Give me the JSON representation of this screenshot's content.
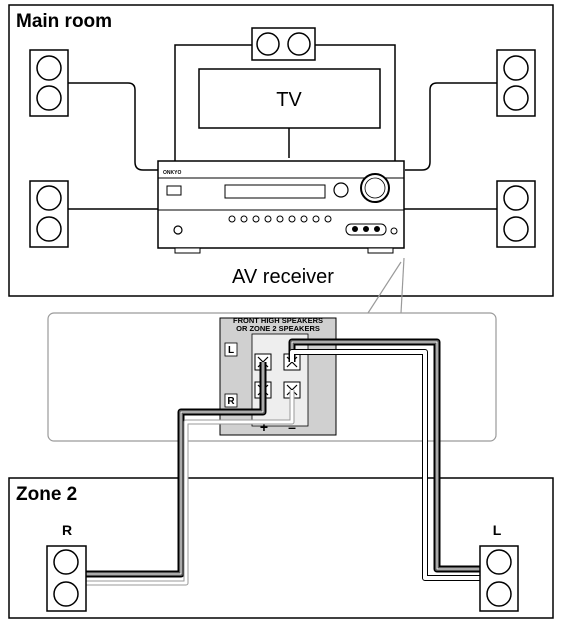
{
  "main_room": {
    "title": "Main room"
  },
  "tv": {
    "label": "TV"
  },
  "receiver": {
    "label": "AV receiver",
    "brand": "ONKYO"
  },
  "terminal_panel": {
    "title_line1": "FRONT HIGH SPEAKERS",
    "title_line2": "OR ZONE 2 SPEAKERS",
    "left_label": "L",
    "right_label": "R",
    "plus_label": "+",
    "minus_label": "–"
  },
  "zone2": {
    "title": "Zone 2",
    "right_speaker_label": "R",
    "left_speaker_label": "L"
  },
  "colors": {
    "line": "#000000",
    "panel_fill": "#d0d0d0",
    "callout_border": "#9a9a9a",
    "cable_dark": "#555555",
    "cable_light": "#ffffff"
  }
}
